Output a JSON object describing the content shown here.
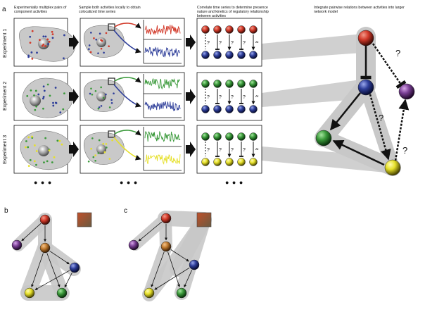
{
  "panels": {
    "a": "a",
    "b": "b",
    "c": "c"
  },
  "column_headers": [
    "Experimentally multiplex pairs of component activities",
    "Sample both activities locally to obtain colocalized time series",
    "Correlate time series to determine presence nature and kinetics of regulatory relationship between activities",
    "Integrate pairwise relations between activities into larger network model"
  ],
  "experiments": [
    "Experiment 1",
    "Experiment 2",
    "Experiment 3"
  ],
  "ellipsis": "● ● ●",
  "question_mark": "?",
  "delta_t": "Δt",
  "colors": {
    "red": "#d23a2a",
    "blue": "#2f3f9a",
    "green": "#3b9a3b",
    "yellow": "#e6e02a",
    "purple": "#7a3f95",
    "orange": "#c07a2e",
    "gray_band": "#c8c8c8",
    "cell": "#c9c9c9"
  },
  "node_names": [
    "red",
    "blue",
    "green",
    "yellow",
    "purple"
  ]
}
